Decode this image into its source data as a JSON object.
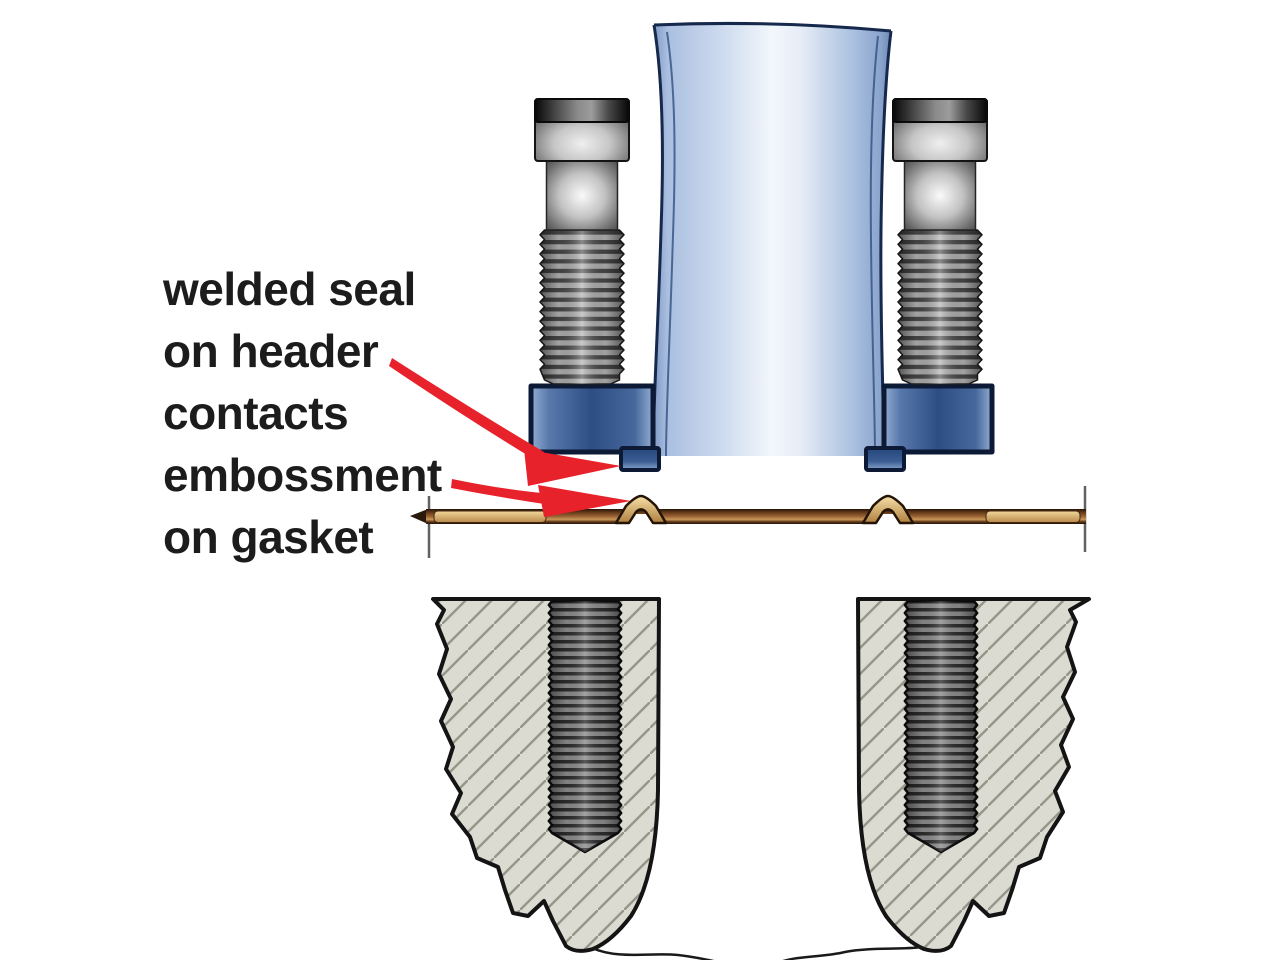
{
  "diagram": {
    "annotation": {
      "lines": [
        "welded seal",
        "on header",
        "contacts",
        "embossment",
        "on gasket"
      ],
      "full_text": "welded seal on header contacts embossment on gasket"
    },
    "parts": [
      "header-tube",
      "socket-head-bolt-left",
      "socket-head-bolt-right",
      "header-flange-left",
      "header-flange-right",
      "welded-seal-left",
      "welded-seal-right",
      "exhaust-gasket",
      "gasket-embossment-left",
      "gasket-embossment-right",
      "cylinder-head-left",
      "cylinder-head-right",
      "threaded-bolt-hole-left",
      "threaded-bolt-hole-right"
    ],
    "colors": {
      "background": "#ffffff",
      "annotation_text": "#1c1c1c",
      "arrow_red": "#e8222b",
      "tube_blue_light": "#f3f7fc",
      "tube_blue": "#a9c0e2",
      "flange_blue_dark": "#2c4e83",
      "outline_navy": "#0c1a36",
      "gasket_copper": "#7a4a26",
      "gasket_gold": "#e7c078",
      "bolt_steel_dark": "#343434",
      "bolt_steel_light": "#efefef",
      "head_gray": "#dbdbd1",
      "hatch_gray": "#96968a"
    }
  }
}
